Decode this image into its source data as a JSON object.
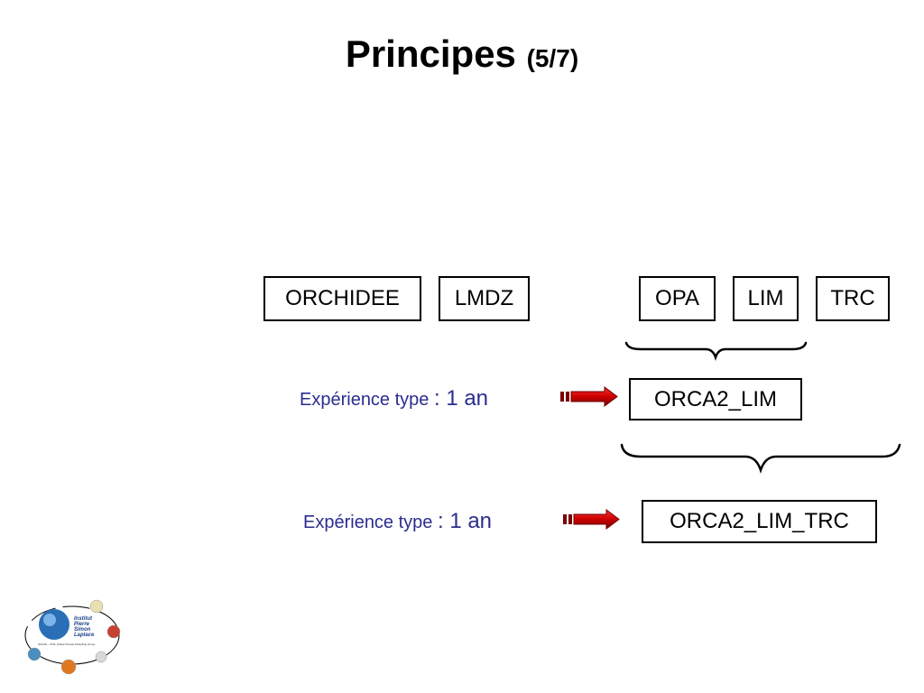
{
  "title": {
    "main": "Principes",
    "sub": "(5/7)"
  },
  "components": {
    "orchidee": "ORCHIDEE",
    "lmdz": "LMDZ",
    "opa": "OPA",
    "lim": "LIM",
    "trc": "TRC"
  },
  "configs": {
    "orca2_lim": "ORCA2_LIM",
    "orca2_lim_trc": "ORCA2_LIM_TRC"
  },
  "experiments": [
    {
      "label": "Expérience type",
      "value": ": 1 an"
    },
    {
      "label": "Expérience type",
      "value": ": 1 an"
    }
  ],
  "logo": {
    "lines": [
      "Institut",
      "Pierre",
      "Simon",
      "Laplace"
    ],
    "caption": "IGCMG – IPSL Global Climate Modelling Group"
  },
  "colors": {
    "text_label": "#2b2d8f",
    "arrow_red": "#cc0000",
    "arrow_dark": "#7a0000"
  }
}
